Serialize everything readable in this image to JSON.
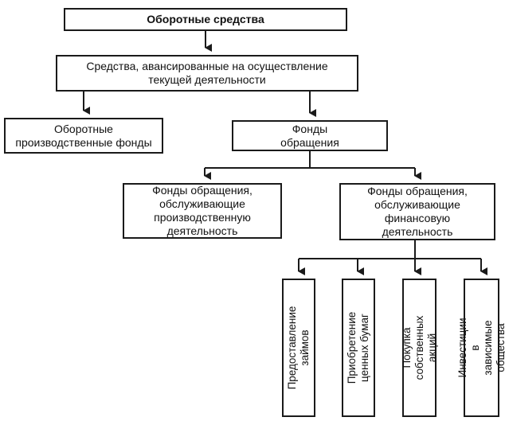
{
  "diagram": {
    "root": "Оборотные средства",
    "advanced_funds": "Средства, авансированные на осуществление\nтекущей деятельности",
    "production_funds": "Оборотные\nпроизводственные фонды",
    "circulation_funds": "Фонды\nобращения",
    "circulation_production": "Фонды обращения,\nобслуживающие\nпроизводственную\nдеятельность",
    "circulation_financial": "Фонды обращения,\nобслуживающие\nфинансовую\nдеятельность",
    "loans": "Предоставление\nзаймов",
    "securities": "Приобретение\nценных бумаг",
    "own_shares": "Покупка\nсобственных акций",
    "investments": "Инвестиции\nв зависимые общества"
  }
}
